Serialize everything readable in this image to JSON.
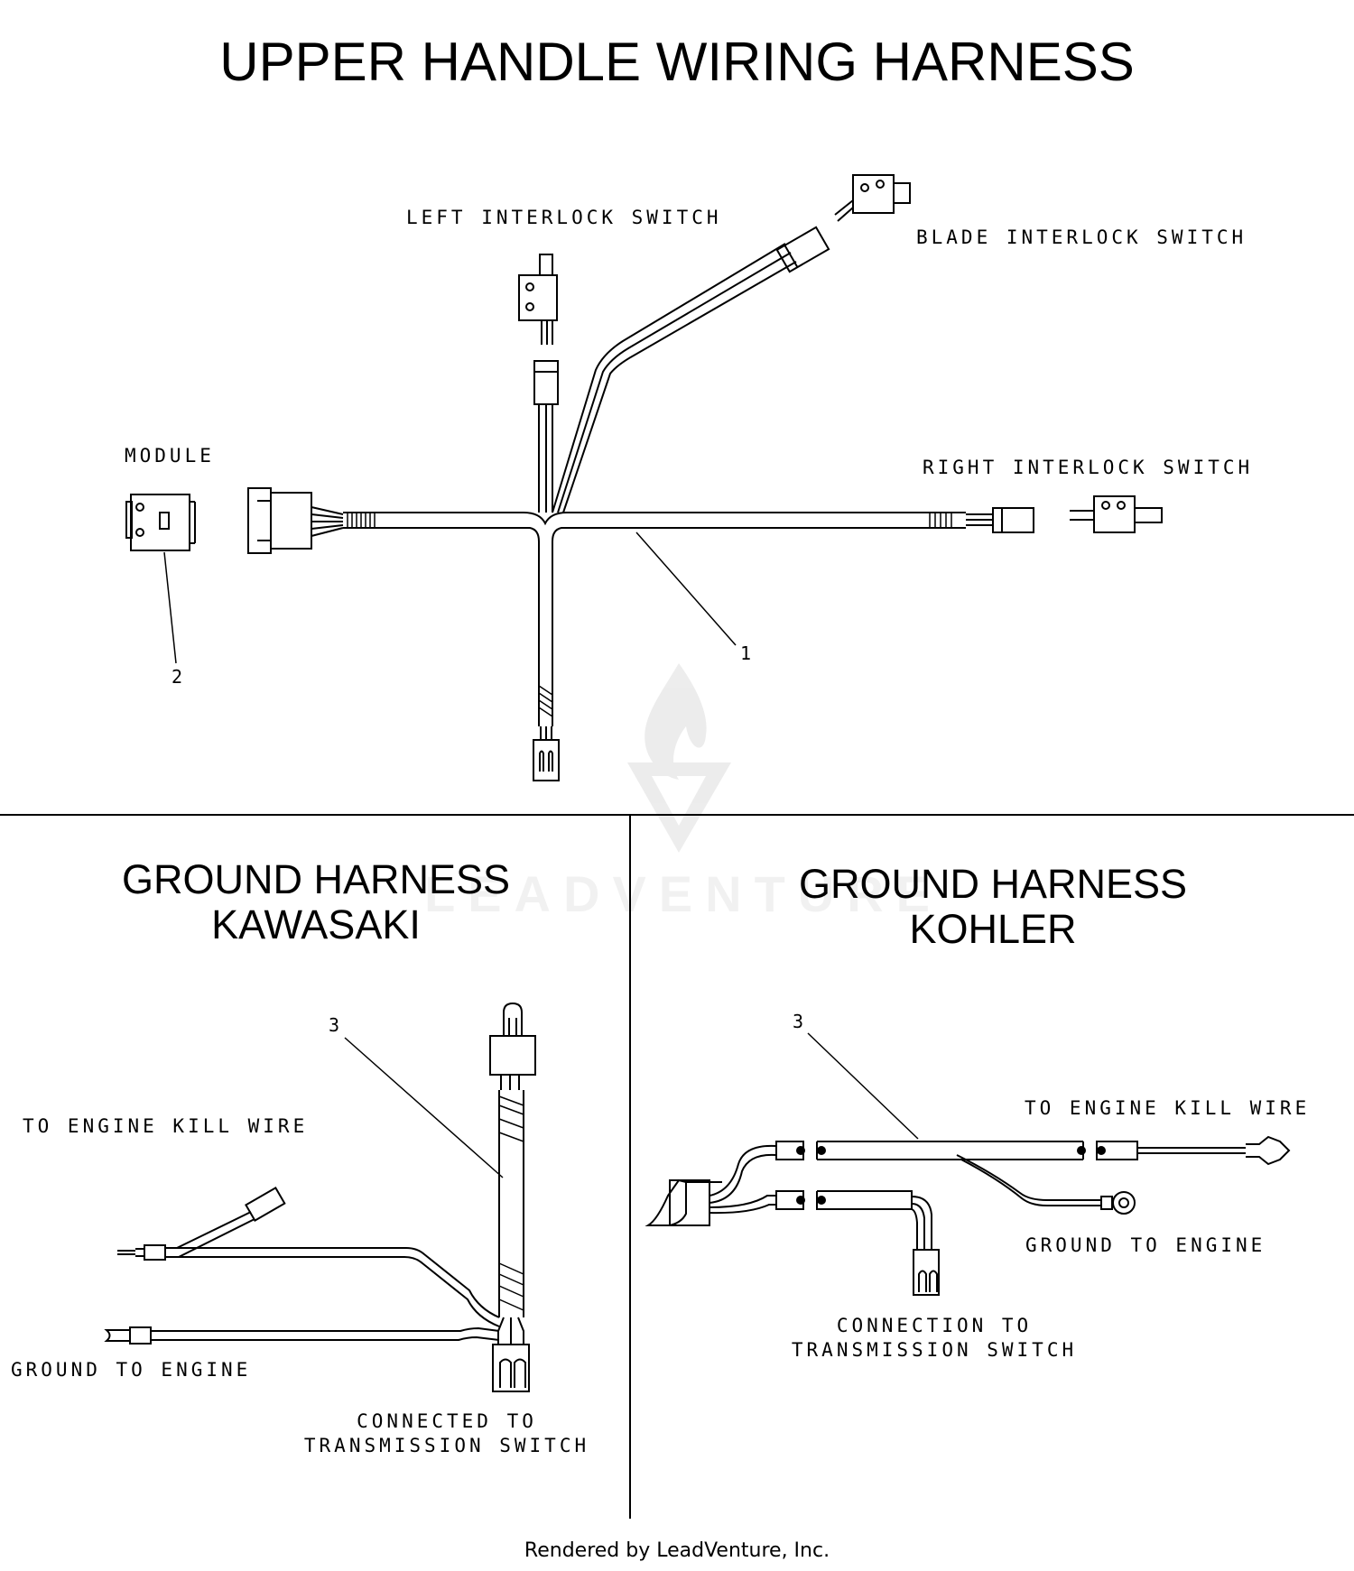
{
  "titles": {
    "upper": "UPPER HANDLE WIRING HARNESS",
    "kawasaki": [
      "GROUND HARNESS",
      "KAWASAKI"
    ],
    "kohler": [
      "GROUND HARNESS",
      "KOHLER"
    ]
  },
  "upper_harness": {
    "labels": {
      "left_switch": "LEFT INTERLOCK SWITCH",
      "blade_switch": "BLADE INTERLOCK SWITCH",
      "right_switch": "RIGHT INTERLOCK SWITCH",
      "module": "MODULE"
    },
    "callouts": {
      "harness": "1",
      "module": "2"
    }
  },
  "kawasaki_harness": {
    "callout": "3",
    "labels": {
      "engine_kill": "TO ENGINE KILL WIRE",
      "ground": "GROUND TO ENGINE",
      "connected": [
        "CONNECTED TO",
        "TRANSMISSION SWITCH"
      ]
    }
  },
  "kohler_harness": {
    "callout": "3",
    "labels": {
      "engine_kill": "TO ENGINE KILL WIRE",
      "ground": "GROUND TO ENGINE",
      "connection": [
        "CONNECTION TO",
        "TRANSMISSION SWITCH"
      ]
    }
  },
  "watermark": "LEADVENTURE",
  "footer": "Rendered by LeadVenture, Inc."
}
